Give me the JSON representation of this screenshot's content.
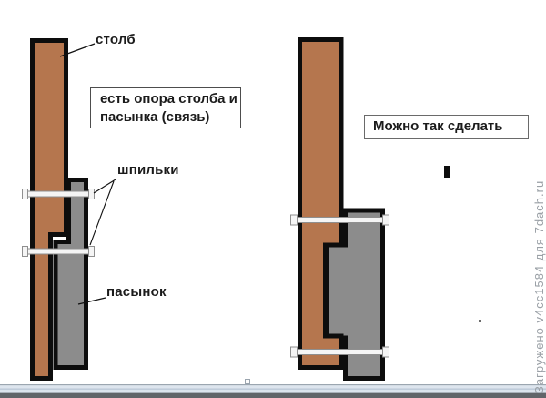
{
  "left_diagram": {
    "post_label": "столб",
    "studs_label": "шпильки",
    "support_label": "пасынок",
    "note_box": {
      "line1": "есть опора столба и",
      "line2": "пасынка (связь)"
    }
  },
  "right_diagram": {
    "note_box": {
      "text": "Можно так сделать"
    }
  },
  "watermark": "Загружено v4cc1584 для 7dach.ru",
  "colors": {
    "post_fill": "#b5764e",
    "support_fill": "#8c8c8c",
    "outline": "#0d0d0d",
    "stud_fill": "#f5f5f5",
    "stud_border": "#8f8f8f",
    "ground_light": "#dde5ee",
    "ground_mid": "#bfccda",
    "ground_dark": "#616569",
    "text_color": "#1b1b1b"
  }
}
